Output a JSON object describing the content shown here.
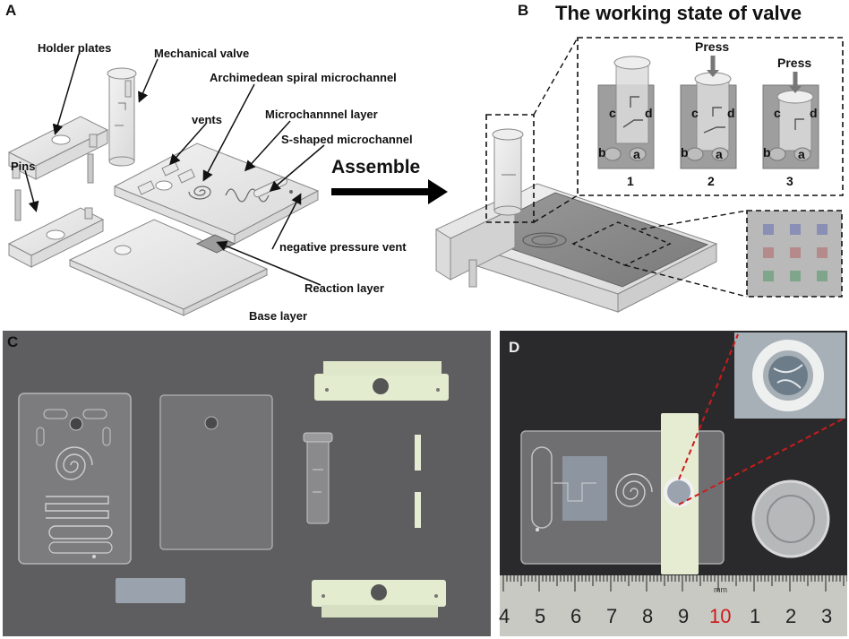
{
  "panels": {
    "A": {
      "letter": "A",
      "labels": {
        "holder_plates": "Holder plates",
        "mechanical_valve": "Mechanical valve",
        "archimedean": "Archimedean spiral microchannel",
        "vents": "vents",
        "microchannel_layer": "Microchannnel layer",
        "s_shaped": "S-shaped microchannel",
        "pins": "Pins",
        "negative_pressure_vent": "negative pressure vent",
        "reaction_layer": "Reaction layer",
        "base_layer": "Base layer"
      },
      "arrow_label": "Assemble"
    },
    "B": {
      "letter": "B",
      "title": "The working state of valve",
      "press1": "Press",
      "press2": "Press",
      "states": [
        {
          "number": "1",
          "ports": [
            "c",
            "d",
            "b",
            "a"
          ]
        },
        {
          "number": "2",
          "ports": [
            "c",
            "d",
            "b",
            "a"
          ]
        },
        {
          "number": "3",
          "ports": [
            "c",
            "d",
            "b",
            "a"
          ]
        }
      ],
      "grid_colors": [
        "#8a8fb5",
        "#8a8fb5",
        "#8a8fb5",
        "#b48a8a",
        "#b48a8a",
        "#b48a8a",
        "#7fa68a",
        "#7fa68a",
        "#7fa68a"
      ]
    },
    "C": {
      "letter": "C"
    },
    "D": {
      "letter": "D",
      "ruler": [
        "4",
        "5",
        "6",
        "7",
        "8",
        "9",
        "10",
        "1",
        "2",
        "3"
      ],
      "ruler_unit": "mm"
    }
  },
  "colors": {
    "photo_bg_c": "#5e5e60",
    "photo_bg_d": "#2a2a2c",
    "valve_red": "#cc1b1b"
  }
}
